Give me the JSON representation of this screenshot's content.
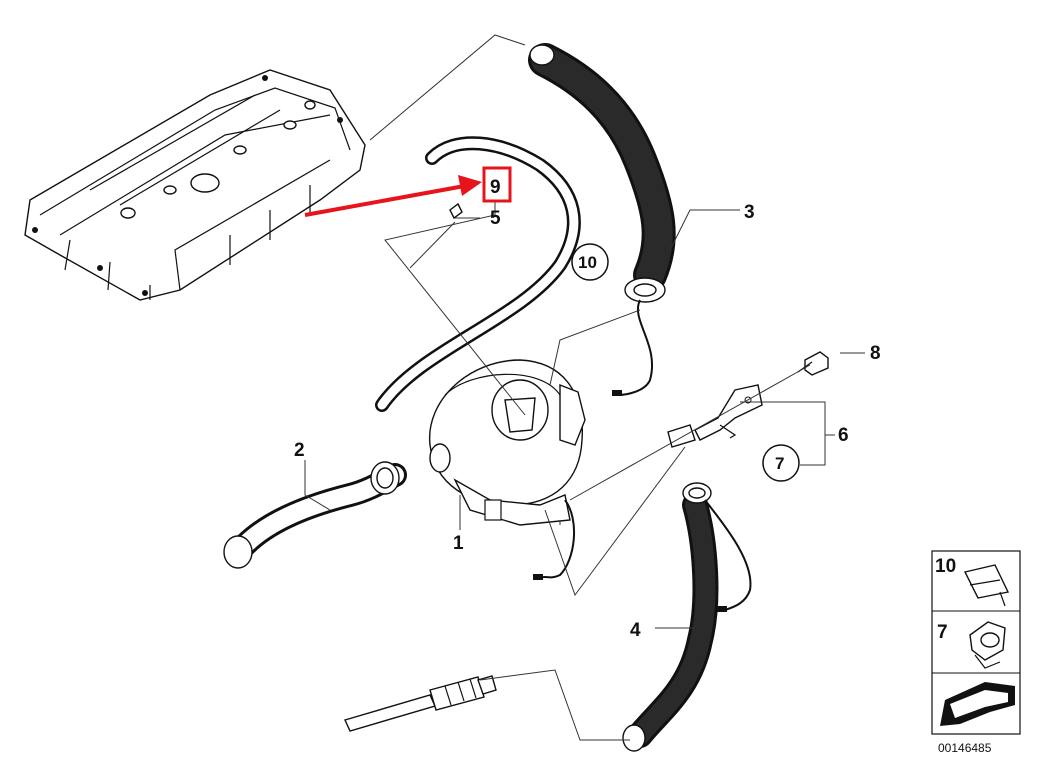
{
  "labels": {
    "p1": "1",
    "p2": "2",
    "p3": "3",
    "p4": "4",
    "p5": "5",
    "p6": "6",
    "p7": "7",
    "p8": "8",
    "p9": "9",
    "p10": "10"
  },
  "legend": {
    "item_10": "10",
    "item_7": "7"
  },
  "doc_number": "00146485",
  "colors": {
    "highlight": "#e8141b",
    "ink": "#111111"
  }
}
